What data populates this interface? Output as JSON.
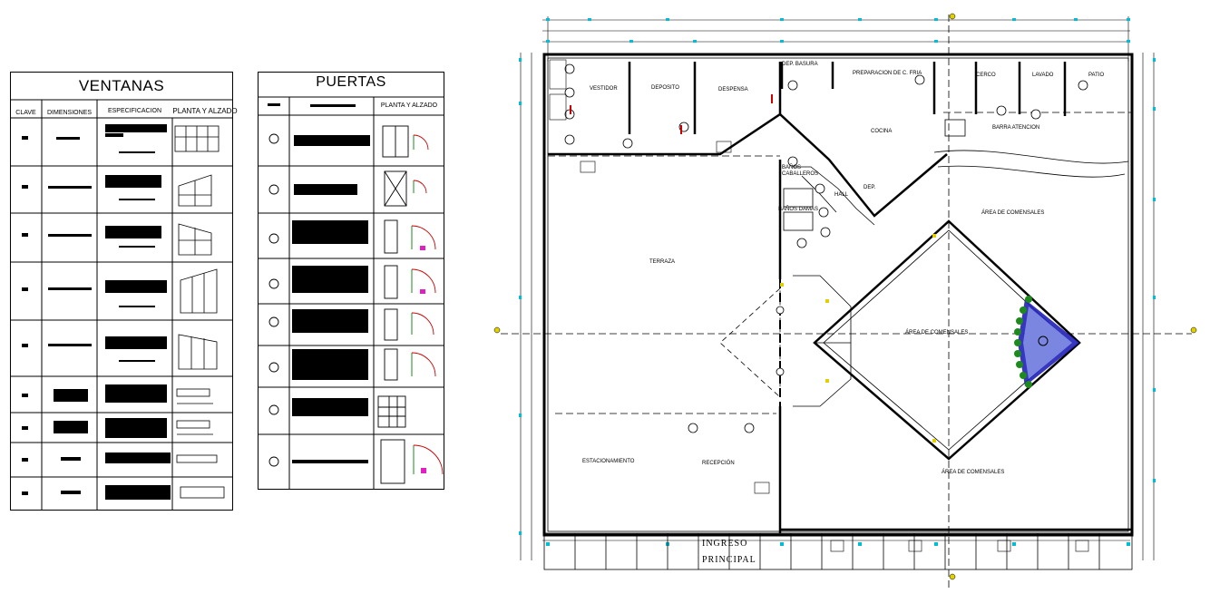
{
  "ventanas": {
    "title": "VENTANAS",
    "headers": [
      "CLAVE",
      "DIMENSIONES",
      "ESPECIFICACION",
      "PLANTA Y ALZADO"
    ]
  },
  "puertas": {
    "title": "PUERTAS",
    "headers": [
      "PLANTA Y ALZADO"
    ]
  },
  "plan": {
    "rooms": [
      "VESTIDOR",
      "DEPOSITO",
      "DESPENSA",
      "DEP. BASURA",
      "PREPARACION DE C. FRIA",
      "CERCO",
      "LAVADO",
      "PATIO",
      "COCINA",
      "BARRA ATENCION",
      "BAÑOS CABALLEROS",
      "HALL",
      "DEP.",
      "BAÑOS DAMAS",
      "TERRAZA",
      "ÁREA DE COMENSALES",
      "ÁREA DE COMENSALES",
      "ÁREA DE COMENSALES",
      "ESTACIONAMIENTO",
      "RECEPCIÓN"
    ],
    "entrance": [
      "INGRESO",
      "PRINCIPAL"
    ]
  },
  "colors": {
    "line": "#000000",
    "dim": "#00bcd4",
    "accent": "#1a1aa8",
    "plant": "#1e8a1e",
    "door": "#cc0000",
    "marker": "#e0d000"
  }
}
